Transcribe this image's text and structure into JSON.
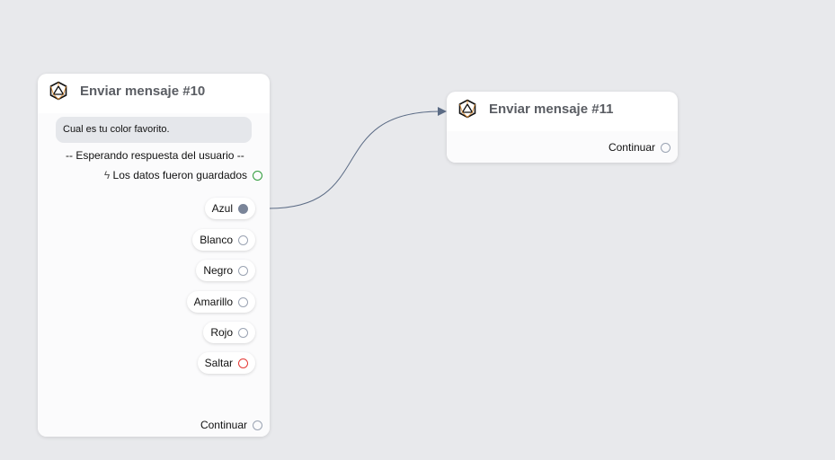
{
  "nodes": [
    {
      "title": "Enviar mensaje #10",
      "message": "Cual es tu color favorito.",
      "waiting": "-- Esperando respuesta del usuario --",
      "saved": "Los datos fueron guardados",
      "options": [
        "Azul",
        "Blanco",
        "Negro",
        "Amarillo",
        "Rojo",
        "Saltar"
      ],
      "continue": "Continuar"
    },
    {
      "title": "Enviar mensaje #11",
      "continue": "Continuar"
    }
  ],
  "colors": {
    "connected": "#7a8599",
    "skip": "#e53935",
    "saved": "#2e9b3a",
    "edge": "#5b6b85"
  }
}
